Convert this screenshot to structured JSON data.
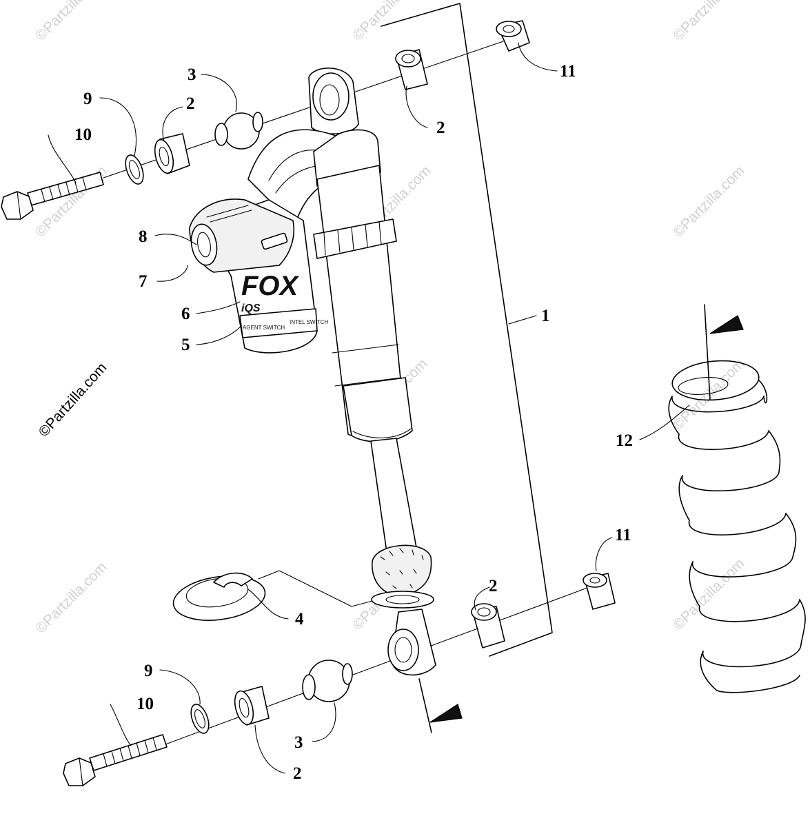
{
  "watermark": {
    "text": "©Partzilla.com"
  },
  "brand": {
    "logo_text": "FOX",
    "series_text": "iQS",
    "switch_left": "AGENT SWITCH",
    "switch_right": "INTEL SWITCH"
  },
  "callouts": {
    "c1": "1",
    "c2a": "2",
    "c2b": "2",
    "c2c": "2",
    "c2d": "2",
    "c3a": "3",
    "c3b": "3",
    "c4": "4",
    "c5": "5",
    "c6": "6",
    "c7": "7",
    "c8": "8",
    "c9a": "9",
    "c9b": "9",
    "c10a": "10",
    "c10b": "10",
    "c11a": "11",
    "c11b": "11",
    "c12": "12"
  },
  "colors": {
    "ink": "#000000",
    "background": "#ffffff",
    "watermark": "#b8b8b8"
  }
}
